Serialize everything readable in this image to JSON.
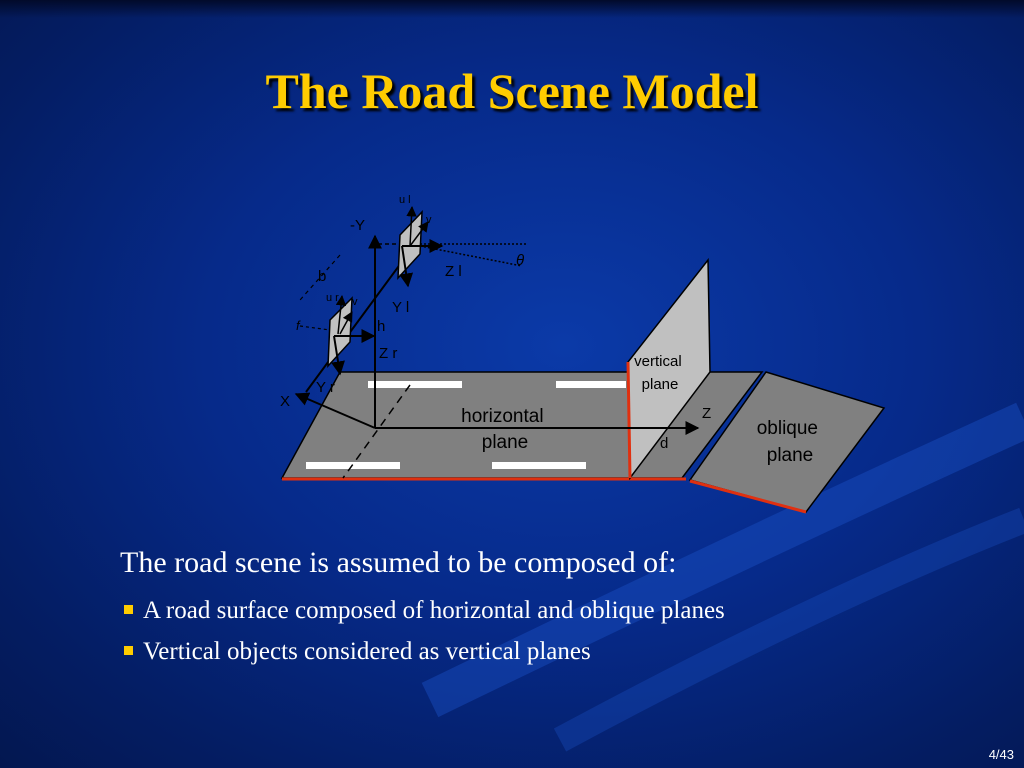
{
  "slide": {
    "title": "The Road Scene Model",
    "intro": "The road scene is assumed to be composed of:",
    "bullets": [
      "A road surface composed of horizontal and oblique planes",
      "Vertical objects considered as vertical planes"
    ],
    "page_number": "4/43"
  },
  "diagram": {
    "plane_labels": {
      "horizontal": [
        "horizontal",
        "plane"
      ],
      "vertical": [
        "vertical",
        "plane"
      ],
      "oblique": [
        "oblique",
        "plane"
      ]
    },
    "axis_labels": {
      "neg_y": "-Y",
      "x": "X",
      "z": "Z",
      "z_l": "Z l",
      "z_r": "Z r",
      "y_l": "Y l",
      "y_r": "Y r",
      "u_l": "u l",
      "u_r": "u r",
      "v_l": "v",
      "v_r": "v",
      "b": "b",
      "h": "h",
      "d": "d",
      "theta": "θ",
      "f": "f"
    }
  },
  "colors": {
    "title": "#ffcc00",
    "background": "#062a8a",
    "bullet": "#ffcc00",
    "road_surface": "#808080",
    "vertical_plane": "#c0c0c0",
    "edge_highlight": "#e03010"
  }
}
